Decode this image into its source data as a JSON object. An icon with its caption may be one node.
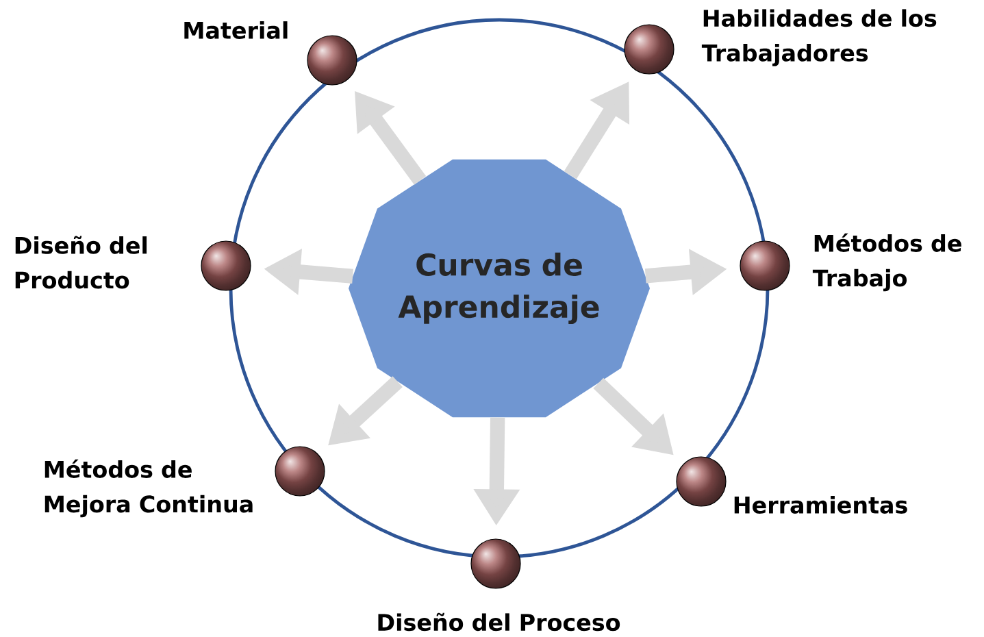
{
  "diagram": {
    "nodes": [
      {
        "text": [
          "Curvas de Aprendizaje"
        ]
      },
      {
        "text": [
          "Material"
        ]
      },
      {
        "text": [
          "Habilidades de los Trabajadores"
        ]
      },
      {
        "text": [
          "Diseño del Producto"
        ]
      },
      {
        "text": [
          "Métodos de Trabajo"
        ]
      },
      {
        "text": [
          "Métodos de Mejora Continua"
        ]
      },
      {
        "text": [
          "Herramientas"
        ]
      },
      {
        "text": [
          "Diseño del Proceso"
        ]
      }
    ],
    "edges": [
      {
        "from": 0,
        "to": 1,
        "arrow": "to"
      },
      {
        "from": 0,
        "to": 2,
        "arrow": "to"
      },
      {
        "from": 0,
        "to": 3,
        "arrow": "to"
      },
      {
        "from": 0,
        "to": 4,
        "arrow": "to"
      },
      {
        "from": 0,
        "to": 5,
        "arrow": "to"
      },
      {
        "from": 0,
        "to": 6,
        "arrow": "to"
      },
      {
        "from": 0,
        "to": 7,
        "arrow": "to"
      }
    ]
  }
}
